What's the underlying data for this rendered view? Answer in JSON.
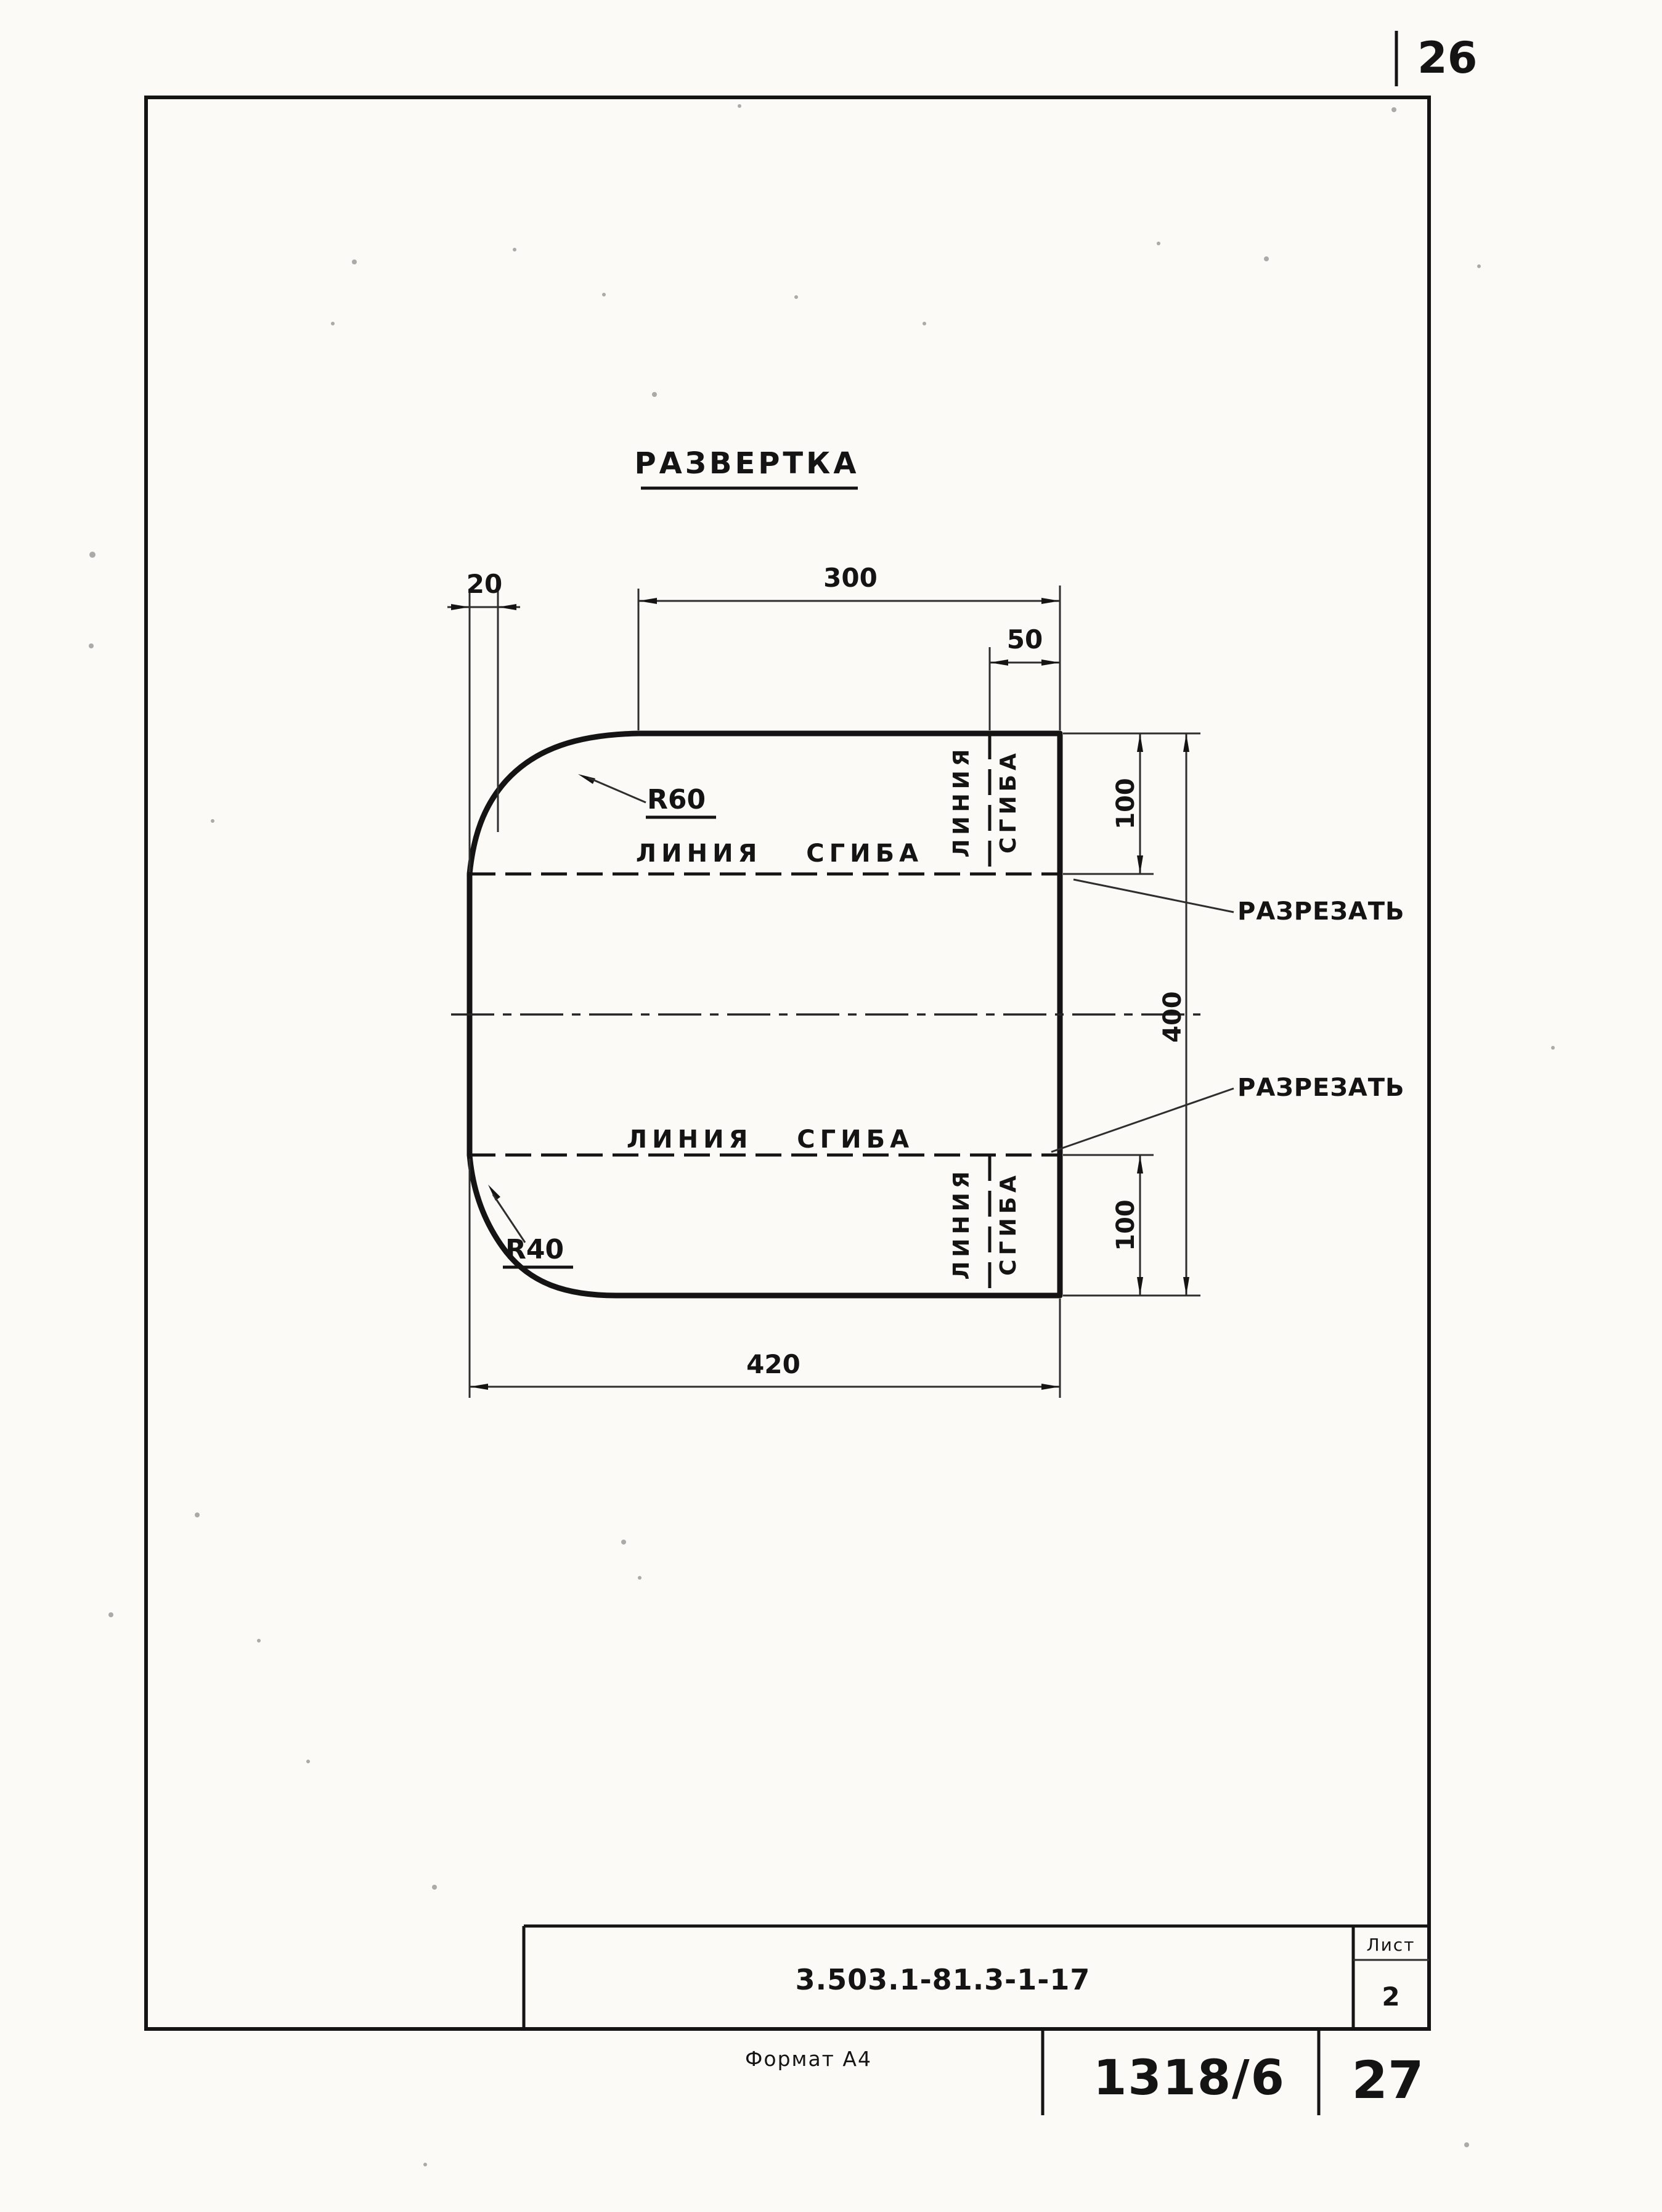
{
  "page": {
    "page_number_top": "26",
    "format_note": "Формат А4",
    "stamp_doc_number": "1318/6",
    "stamp_page_number": "27"
  },
  "drawing": {
    "title": "РАЗВЕРТКА",
    "dims": {
      "strip_width": "20",
      "top_width": "300",
      "flap_offset": "50",
      "flap_height_top": "100",
      "total_height": "400",
      "flap_height_bottom": "100",
      "total_width": "420",
      "radius_top": "R60",
      "radius_bottom": "R40"
    },
    "labels": {
      "fold_line_top": "ЛИНИЯ СГИБА",
      "fold_line_bottom": "ЛИНИЯ СГИБА",
      "fold_line_vertical_word1": "ЛИНИЯ",
      "fold_line_vertical_word2": "СГИБА",
      "cut_top": "РАЗРЕЗАТЬ",
      "cut_bottom": "РАЗРЕЗАТЬ"
    }
  },
  "title_block": {
    "document_code": "3.503.1-81.3-1-17",
    "sheet_label": "Лист",
    "sheet_value": "2"
  }
}
